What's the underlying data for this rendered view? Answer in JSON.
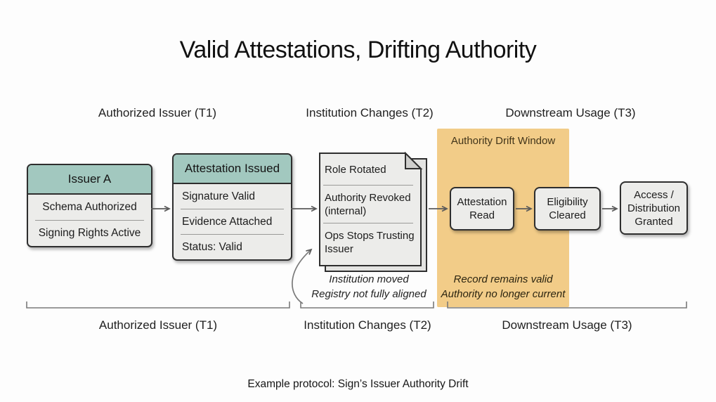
{
  "title": "Valid Attestations, Drifting Authority",
  "lanes": {
    "t1": "Authorized Issuer (T1)",
    "t2": "Institution Changes (T2)",
    "t3": "Downstream Usage (T3)"
  },
  "issuer_box": {
    "header": "Issuer A",
    "rows": [
      "Schema Authorized",
      "Signing Rights Active"
    ]
  },
  "attestation_box": {
    "header": "Attestation Issued",
    "rows": [
      "Signature Valid",
      "Evidence Attached",
      "Status: Valid"
    ]
  },
  "document": {
    "rows": [
      "Role Rotated",
      "Authority Revoked (internal)",
      "Ops Stops Trusting Issuer"
    ]
  },
  "drift_window": {
    "label": "Authority Drift Window",
    "note_line1": "Record remains valid",
    "note_line2": "Authority no longer current"
  },
  "flow_boxes": {
    "attestation_read": "Attestation Read",
    "eligibility_cleared": "Eligibility Cleared",
    "access_granted": "Access / Distribution Granted"
  },
  "annotation": {
    "line1": "Institution moved",
    "line2": "Registry not fully aligned"
  },
  "caption": "Example protocol: Sign’s Issuer Authority Drift",
  "colors": {
    "header_teal": "#a2c8bf",
    "box_fill": "#ececea",
    "drift_orange": "#f2cc88",
    "border_dark": "#2e2e2e",
    "arrow_gray": "#5a5a5a",
    "bracket_gray": "#7a7a7a"
  }
}
